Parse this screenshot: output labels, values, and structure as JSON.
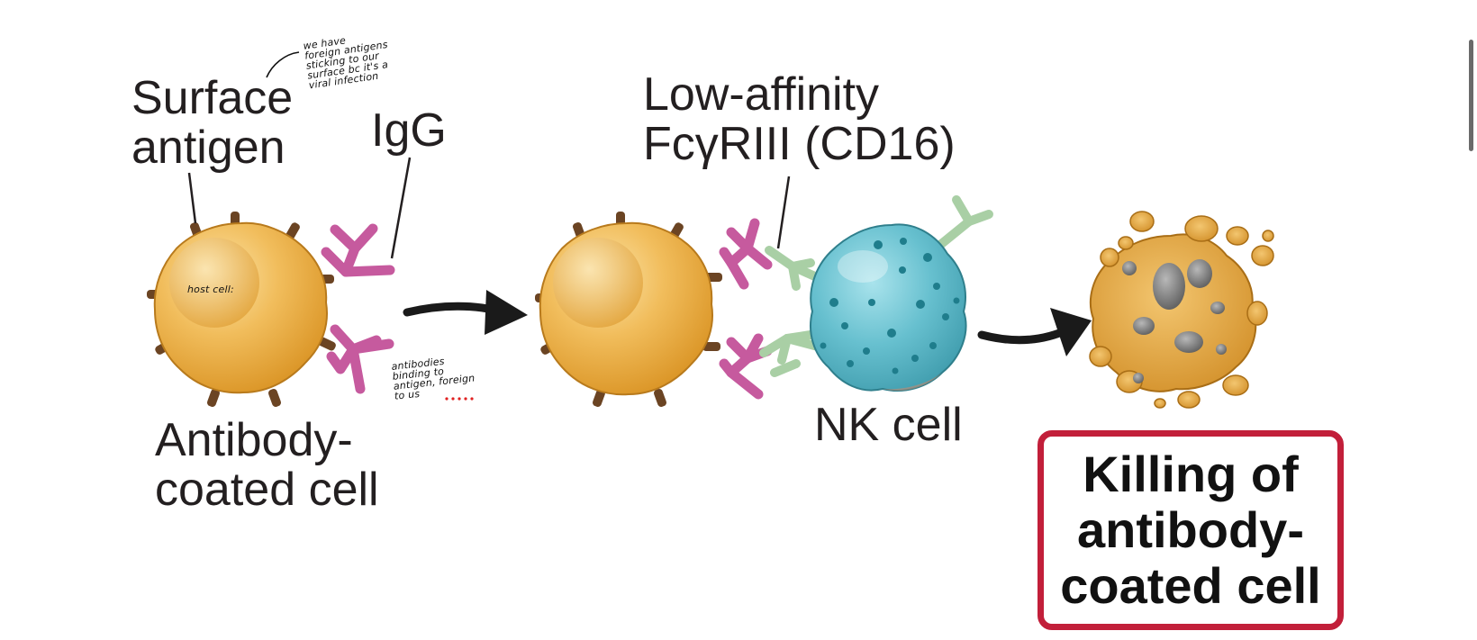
{
  "labels": {
    "surface_antigen": "Surface\nantigen",
    "igg": "IgG",
    "antibody_coated_cell": "Antibody-\ncoated cell",
    "low_affinity": "Low-affinity\nFcγRIII (CD16)",
    "nk_cell": "NK cell",
    "killing": "Killing of\nantibody-\ncoated cell"
  },
  "handwritten": {
    "top_note": "we have\nforeign antigens\nsticking to our\nsurface bc it's a\nviral infection",
    "host_cell": "host cell:",
    "antibodies_note": "antibodies\nbinding to\nantigen, foreign\nto us"
  },
  "colors": {
    "target_cell": "#e8a93a",
    "target_cell_light": "#f6d58c",
    "antigen_knob": "#6b4423",
    "igg": "#c65a9e",
    "receptor": "#a9cfa5",
    "nk_cell": "#5fb6c6",
    "nk_granule": "#1f7d8c",
    "arrow": "#1a1a1a",
    "kill_border": "#c21f3a",
    "annotation_dots": "#e02020"
  }
}
